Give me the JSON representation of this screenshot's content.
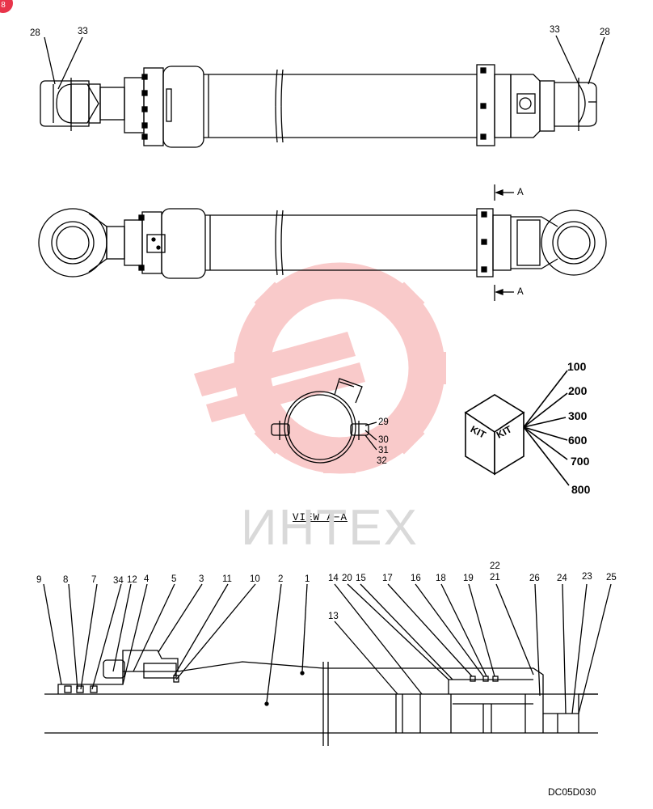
{
  "badge": {
    "text": "8",
    "color": "#e8344a"
  },
  "watermark": {
    "text": "ИНТЕХ",
    "color": "#f06a6a"
  },
  "top_view": {
    "left_labels": [
      "28",
      "33"
    ],
    "right_labels": [
      "33",
      "28"
    ]
  },
  "section_marker": {
    "top": "A",
    "bottom": "A"
  },
  "view_a": {
    "title": "VIEW A−A",
    "labels": [
      "29",
      "30",
      "31",
      "32"
    ]
  },
  "kit": {
    "box_text": [
      "KIT",
      "KIT"
    ],
    "labels": [
      "100",
      "200",
      "300",
      "600",
      "700",
      "800"
    ]
  },
  "section_view": {
    "labels": [
      "9",
      "8",
      "7",
      "34",
      "12",
      "4",
      "5",
      "3",
      "11",
      "10",
      "2",
      "1",
      "14",
      "20",
      "15",
      "17",
      "16",
      "18",
      "19",
      "22",
      "21",
      "26",
      "24",
      "23",
      "25",
      "13"
    ]
  },
  "drawing_code": "DC05D030"
}
